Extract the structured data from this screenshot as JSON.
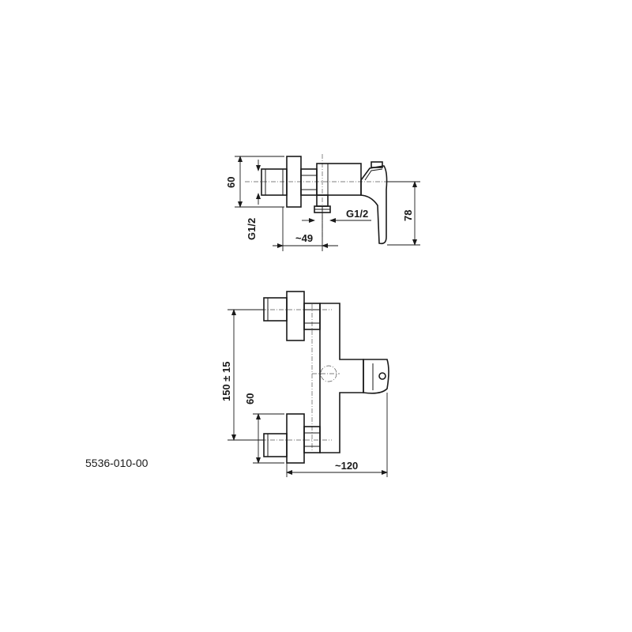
{
  "product_code": "5536-010-00",
  "side_view": {
    "dim_height": "60",
    "dim_thread_left": "G1/2",
    "dim_depth": "~49",
    "dim_thread_outlet": "G1/2",
    "dim_outlet_drop": "78"
  },
  "front_view": {
    "dim_spacing": "150 ± 15",
    "dim_height": "60",
    "dim_width": "~120"
  }
}
